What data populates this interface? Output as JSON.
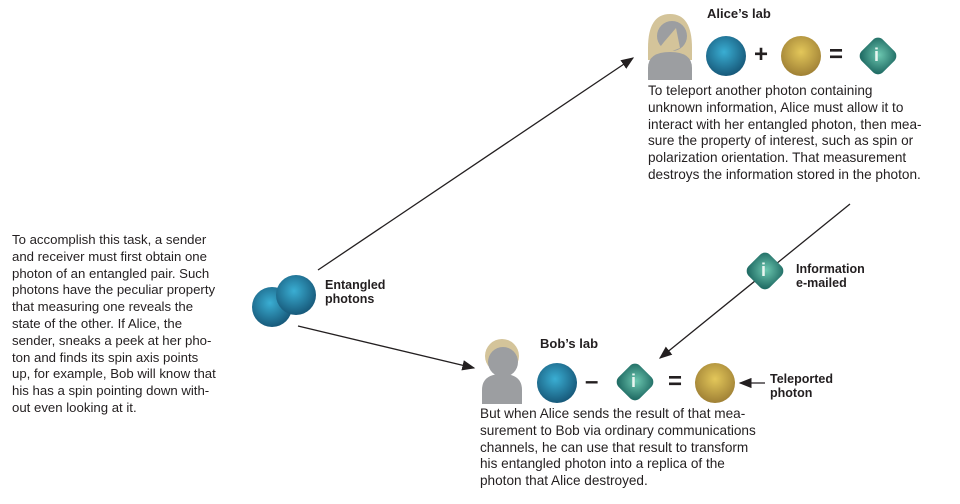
{
  "intro": {
    "lines": [
      "To accomplish this task, a sender",
      "and receiver must first obtain one",
      "photon of an entangled pair. Such",
      "photons have the peculiar property",
      "that measuring one reveals the",
      "state of the other. If Alice, the",
      "sender, sneaks a peek at her pho-",
      "ton and finds its spin axis points",
      "up, for example, Bob will know that",
      "his has a spin pointing down with-",
      "out even looking at it."
    ]
  },
  "entangled": {
    "line1": "Entangled",
    "line2": "photons"
  },
  "alice": {
    "title": "Alice’s lab",
    "plus": "+",
    "equals": "=",
    "info_glyph": "i",
    "lines": [
      "To teleport another photon containing",
      "unknown information, Alice must allow it to",
      "interact with her entangled photon, then mea-",
      "sure the property of interest, such as spin or",
      "polarization orientation. That measurement",
      "destroys the information stored in the photon."
    ]
  },
  "email": {
    "line1": "Information",
    "line2": "e-mailed",
    "info_glyph": "i"
  },
  "bob": {
    "title": "Bob’s lab",
    "minus": "–",
    "equals": "=",
    "info_glyph": "i",
    "teleported_line1": "Teleported",
    "teleported_line2": "photon",
    "lines": [
      "But when Alice sends the result of that mea-",
      "surement to Bob via ordinary communications",
      "channels, he can use that result to transform",
      "his entangled photon into a replica of the",
      "photon that Alice destroyed."
    ]
  },
  "colors": {
    "blue": "#1e7fa3",
    "gold": "#c9a94a",
    "teal": "#3a9485",
    "person": "#9c9ea1",
    "hair": "#d4c49a"
  }
}
